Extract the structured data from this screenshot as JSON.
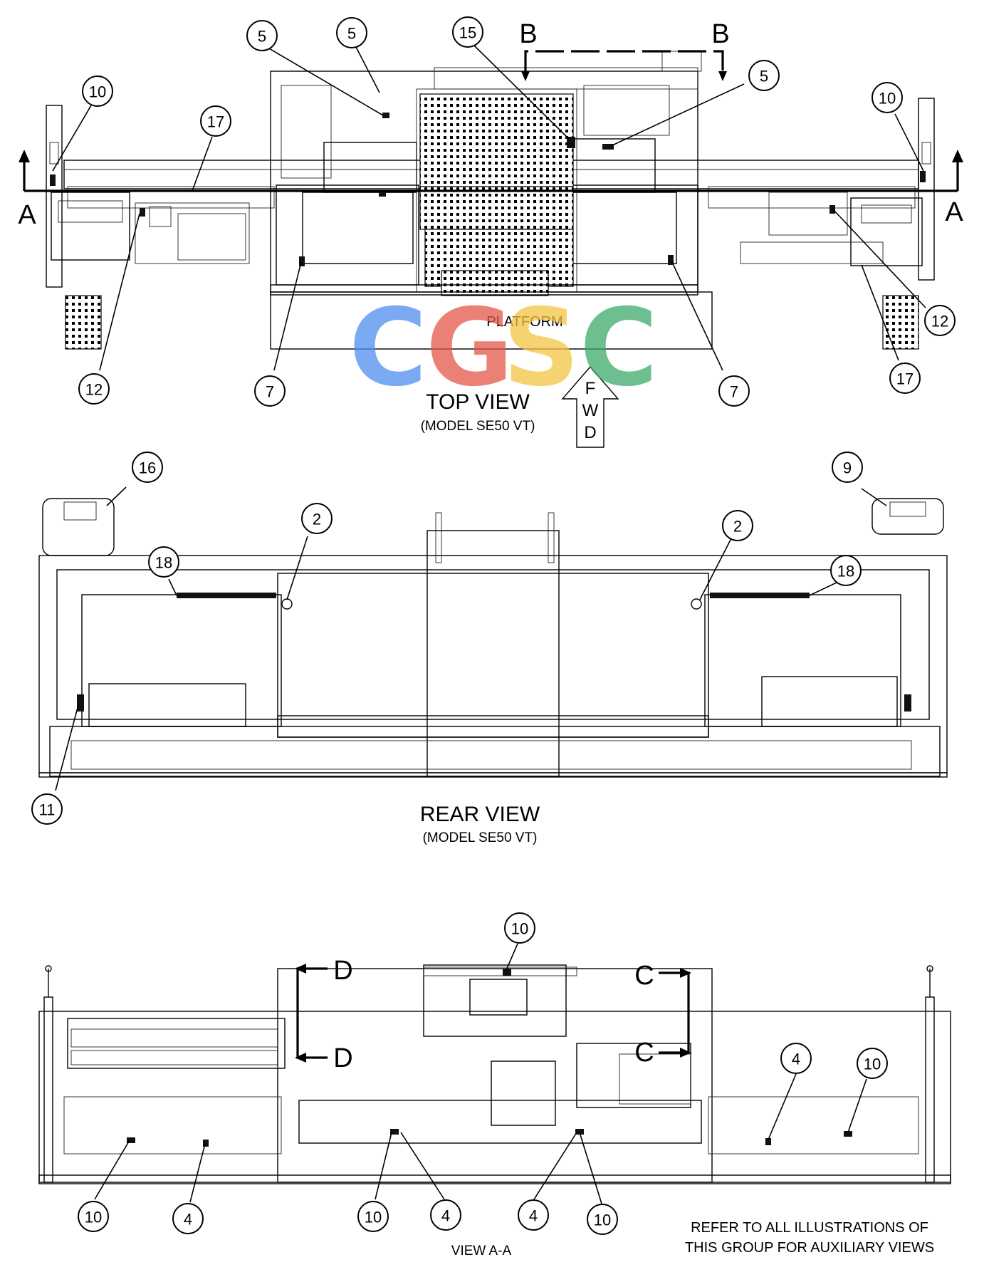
{
  "views": {
    "top": {
      "title": "TOP VIEW",
      "subtitle": "(MODEL SE50 VT)",
      "platform_label": "PLATFORM"
    },
    "rear": {
      "title": "REAR VIEW",
      "subtitle": "(MODEL SE50 VT)"
    },
    "section": {
      "title": "VIEW  A-A"
    }
  },
  "forward_arrow": {
    "letters": [
      "F",
      "W",
      "D"
    ]
  },
  "section_markers": {
    "a_left": "A",
    "a_right": "A",
    "b_left": "B",
    "b_right": "B",
    "c_top": "C",
    "c_bottom": "C",
    "d_top": "D",
    "d_bottom": "D"
  },
  "note": {
    "line1": "REFER TO ALL ILLUSTRATIONS OF",
    "line2": "THIS GROUP FOR AUXILIARY VIEWS"
  },
  "watermark": {
    "letters": [
      "C",
      "G",
      "S",
      "C"
    ],
    "colors": [
      "#4f8ef0",
      "#e5564a",
      "#f4c542",
      "#3daa6a"
    ]
  },
  "callouts": {
    "top": [
      "5",
      "5",
      "15",
      "5",
      "10",
      "17",
      "10",
      "12",
      "12",
      "17",
      "7",
      "7"
    ],
    "rear": [
      "16",
      "9",
      "2",
      "2",
      "18",
      "18",
      "11"
    ],
    "section": [
      "10",
      "4",
      "10",
      "10",
      "4",
      "10",
      "4",
      "4",
      "10"
    ]
  }
}
